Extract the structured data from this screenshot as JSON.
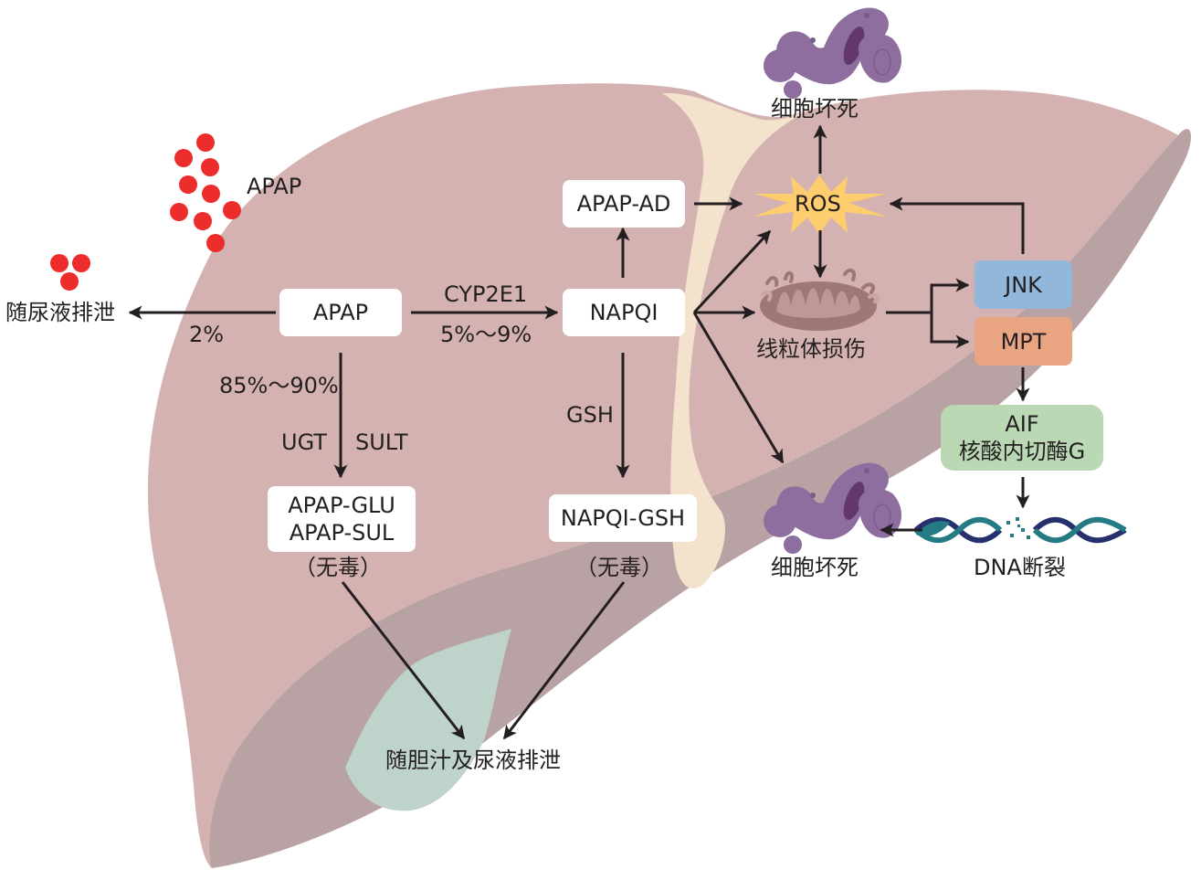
{
  "diagram": {
    "title_topic": "APAP (acetaminophen) hepatic metabolism and hepatotoxicity",
    "colors": {
      "liver_main": "#d4b2b1",
      "liver_shadow": "#b9a2a3",
      "ligament": "#f4e3cc",
      "gallbladder": "#bed3c9",
      "apap_dot": "#ec2d2c",
      "ros_star": "#fdcd6e",
      "jnk": "#91b8da",
      "mpt": "#e9a482",
      "aif": "#b9d8b3",
      "cell": "#8e6e9f",
      "cell_nucleus": "#62386c",
      "mito": "#9e7877",
      "dna_strand_a": "#26306e",
      "dna_strand_b": "#247b84",
      "arrow": "#231f20"
    },
    "labels": {
      "apap_outside": "APAP",
      "urine_excretion": "随尿液排泄",
      "pct_urine": "2%",
      "apap_node": "APAP",
      "cyp2e1": "CYP2E1",
      "pct_cyp": "5%～9%",
      "napqi_node": "NAPQI",
      "apap_ad_node": "APAP-AD",
      "pct_conj": "85%～90%",
      "ugt": "UGT",
      "sult": "SULT",
      "gsh": "GSH",
      "apap_glu": "APAP-GLU",
      "apap_sul": "APAP-SUL",
      "nontoxic_1": "（无毒）",
      "napqi_gsh_node": "NAPQI-GSH",
      "nontoxic_2": "（无毒）",
      "bile_urine_excretion": "随胆汁及尿液排泄",
      "ros": "ROS",
      "necrosis_top": "细胞坏死",
      "mito_damage": "线粒体损伤",
      "jnk": "JNK",
      "mpt": "MPT",
      "aif": "AIF",
      "endonuclease_g": "核酸内切酶G",
      "necrosis_bottom": "细胞坏死",
      "dna_break": "DNA断裂"
    },
    "edges": [
      {
        "from": "APAP",
        "to": "随尿液排泄",
        "label": "2%"
      },
      {
        "from": "APAP",
        "to": "NAPQI",
        "label": "CYP2E1 5%～9%"
      },
      {
        "from": "APAP",
        "to": "APAP-GLU / APAP-SUL",
        "label": "85%～90% UGT SULT"
      },
      {
        "from": "NAPQI",
        "to": "APAP-AD"
      },
      {
        "from": "NAPQI",
        "to": "NAPQI-GSH",
        "label": "GSH"
      },
      {
        "from": "APAP-AD",
        "to": "ROS"
      },
      {
        "from": "NAPQI",
        "to": "ROS"
      },
      {
        "from": "NAPQI",
        "to": "线粒体损伤"
      },
      {
        "from": "NAPQI",
        "to": "细胞坏死 (bottom)"
      },
      {
        "from": "ROS",
        "to": "细胞坏死 (top)"
      },
      {
        "from": "ROS",
        "to": "线粒体损伤"
      },
      {
        "from": "线粒体损伤",
        "to": "JNK"
      },
      {
        "from": "线粒体损伤",
        "to": "MPT"
      },
      {
        "from": "JNK",
        "to": "ROS"
      },
      {
        "from": "MPT",
        "to": "AIF / 核酸内切酶G"
      },
      {
        "from": "AIF / 核酸内切酶G",
        "to": "DNA断裂"
      },
      {
        "from": "DNA断裂",
        "to": "细胞坏死 (bottom)"
      },
      {
        "from": "APAP-GLU / APAP-SUL",
        "to": "随胆汁及尿液排泄"
      },
      {
        "from": "NAPQI-GSH",
        "to": "随胆汁及尿液排泄"
      }
    ]
  }
}
